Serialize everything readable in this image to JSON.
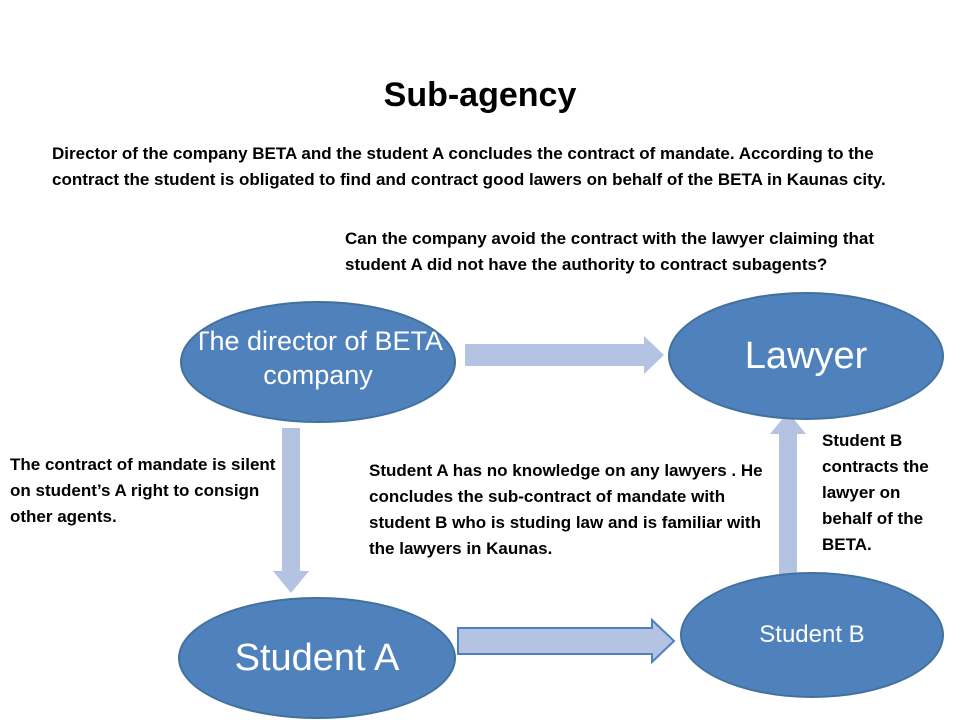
{
  "title": "Sub-agency",
  "intro": "Director of the company BETA and the student A concludes the contract of mandate. According to the contract the student is obligated to find and contract good lawers on behalf of the BETA in Kaunas city.",
  "question": "Can the company avoid the contract with the lawyer claiming that student A did not have the authority to contract subagents?",
  "nodes": {
    "director": "The director of BETA company",
    "lawyer": "Lawyer",
    "student_a": "Student A",
    "student_b": "Student B"
  },
  "notes": {
    "left": "The contract of mandate is silent on student’s A right to consign other agents.",
    "middle": "Student A has no knowledge on any lawyers . He concludes the sub-contract of mandate with student B who is studing law and is familiar with the lawyers in Kaunas.",
    "right": "Student B contracts the lawyer on behalf of the BETA."
  },
  "colors": {
    "node_fill": "#4f81bd",
    "node_border": "#41719c",
    "arrow_fill": "#b4c3e1",
    "arrow_outline": "#4f81bd"
  }
}
